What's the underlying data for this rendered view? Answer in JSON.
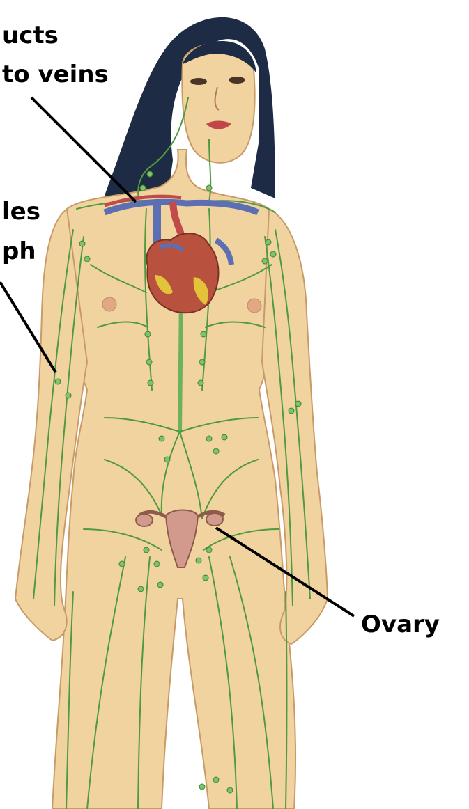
{
  "labels": {
    "ducts_line1": "ucts",
    "ducts_line2": "to veins",
    "vessels_line1": "les",
    "vessels_line2": "ph",
    "ovary": "Ovary"
  },
  "colors": {
    "background": "#ffffff",
    "skin": "#f1d3a0",
    "skin_outline": "#c89a68",
    "hair": "#1d2b45",
    "lymph": "#4f9a3f",
    "lymph_node": "#7cc36a",
    "vein": "#5c6fb3",
    "artery": "#c24a4a",
    "heart": "#b8523f",
    "uterus": "#d19a8c",
    "leader_line": "#000000"
  }
}
